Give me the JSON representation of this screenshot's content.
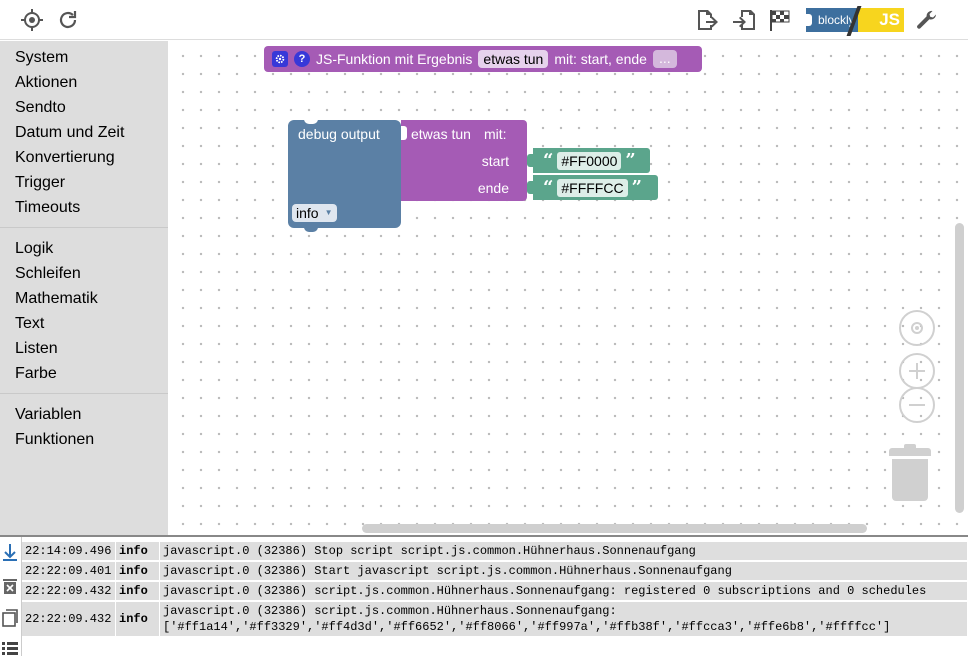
{
  "toolbar": {
    "icons": [
      "locate-icon",
      "refresh-icon",
      "export-icon",
      "import-icon",
      "checkered-flag-icon",
      "wrench-icon"
    ],
    "mode_blockly": "blockly",
    "mode_js": "JS"
  },
  "sidebar": {
    "groups": [
      [
        "System",
        "Aktionen",
        "Sendto",
        "Datum und Zeit",
        "Konvertierung",
        "Trigger",
        "Timeouts"
      ],
      [
        "Logik",
        "Schleifen",
        "Mathematik",
        "Text",
        "Listen",
        "Farbe"
      ],
      [
        "Variablen",
        "Funktionen"
      ]
    ]
  },
  "workspace": {
    "function_def": {
      "label": "JS-Funktion mit Ergebnis",
      "name": "etwas tun",
      "params": "mit: start, ende",
      "more": "..."
    },
    "debug_block": {
      "label": "debug output",
      "level": "info"
    },
    "call_block": {
      "name": "etwas tun",
      "mit": "mit:",
      "arg1": "start",
      "arg2": "ende"
    },
    "string1": "#FF0000",
    "string2": "#FFFFCC",
    "quote_open": "“",
    "quote_close": "”"
  },
  "log": {
    "rows": [
      {
        "time": "22:14:09.496",
        "level": "info",
        "message": "javascript.0 (32386) Stop script script.js.common.Hühnerhaus.Sonnenaufgang"
      },
      {
        "time": "22:22:09.401",
        "level": "info",
        "message": "javascript.0 (32386) Start javascript script.js.common.Hühnerhaus.Sonnenaufgang"
      },
      {
        "time": "22:22:09.432",
        "level": "info",
        "message": "javascript.0 (32386) script.js.common.Hühnerhaus.Sonnenaufgang: registered 0 subscriptions and 0 schedules"
      },
      {
        "time": "22:22:09.432",
        "level": "info",
        "message": "javascript.0 (32386) script.js.common.Hühnerhaus.Sonnenaufgang:\n['#ff1a14','#ff3329','#ff4d3d','#ff6652','#ff8066','#ff997a','#ffb38f','#ffcca3','#ffe6b8','#ffffcc']"
      }
    ]
  }
}
